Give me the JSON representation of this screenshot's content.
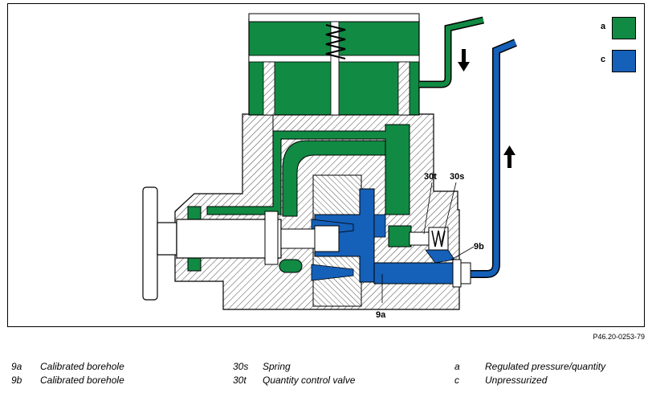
{
  "diagram": {
    "callouts": {
      "30t": "30t",
      "30s": "30s",
      "9b": "9b",
      "9a": "9a"
    },
    "legend": [
      {
        "key": "a",
        "color": "#118a43"
      },
      {
        "key": "c",
        "color": "#1560b8"
      }
    ],
    "figure_ref": "P46.20-0253-79"
  },
  "captions": [
    {
      "code": "9a",
      "text": "Calibrated borehole"
    },
    {
      "code": "9b",
      "text": "Calibrated borehole"
    },
    {
      "code": "30s",
      "text": "Spring"
    },
    {
      "code": "30t",
      "text": "Quantity control valve"
    },
    {
      "code": "a",
      "text": "Regulated pressure/quantity"
    },
    {
      "code": "c",
      "text": "Unpressurized"
    }
  ],
  "colors": {
    "green": "#118a43",
    "blue": "#1560b8",
    "hatch": "#444444"
  }
}
